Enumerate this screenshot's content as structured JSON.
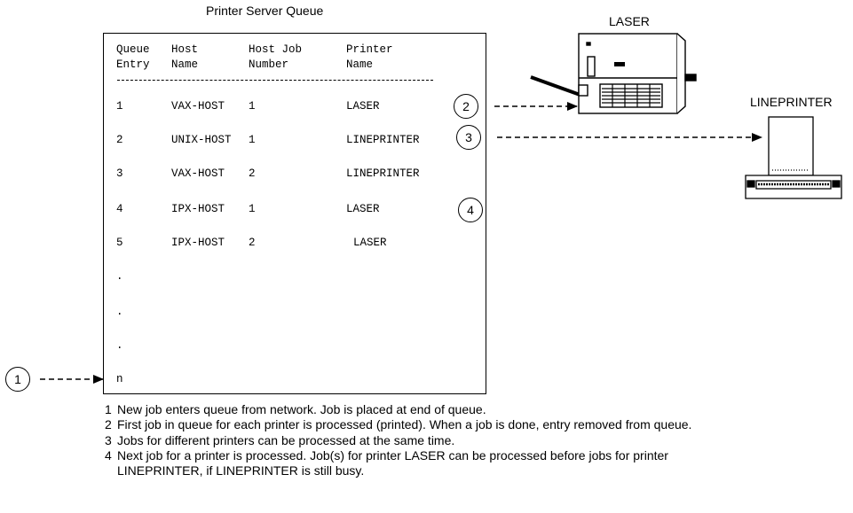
{
  "title": "Printer Server Queue",
  "headers": {
    "queue": [
      "Queue",
      "Entry"
    ],
    "host": [
      "Host",
      "Name"
    ],
    "job": [
      "Host Job",
      "Number"
    ],
    "printer": [
      "Printer",
      "Name"
    ]
  },
  "rows": [
    {
      "entry": "1",
      "host": "VAX-HOST",
      "job": "1",
      "printer": "LASER"
    },
    {
      "entry": "2",
      "host": "UNIX-HOST",
      "job": "1",
      "printer": "LINEPRINTER"
    },
    {
      "entry": "3",
      "host": "VAX-HOST",
      "job": "2",
      "printer": "LINEPRINTER"
    },
    {
      "entry": "4",
      "host": "IPX-HOST",
      "job": "1",
      "printer": "LASER"
    },
    {
      "entry": "5",
      "host": "IPX-HOST",
      "job": "2",
      "printer": "LASER"
    }
  ],
  "ellipsis": [
    ".",
    ".",
    "."
  ],
  "last_entry": "n",
  "callouts": [
    "1",
    "2",
    "3",
    "4"
  ],
  "devices": {
    "laser": "LASER",
    "lineprinter": "LINEPRINTER"
  },
  "notes": [
    {
      "num": "1",
      "text": "New job enters queue  from network.  Job is placed at end of queue."
    },
    {
      "num": "2",
      "text": "First job in queue for each printer is processed (printed).  When a job is done, entry removed from queue."
    },
    {
      "num": "3",
      "text": "Jobs for different printers can be processed at the same time."
    },
    {
      "num": "4",
      "text": "Next job for a printer is processed.  Job(s) for printer LASER can  be processed before jobs for printer LINEPRINTER, if LINEPRINTER is still busy."
    }
  ]
}
